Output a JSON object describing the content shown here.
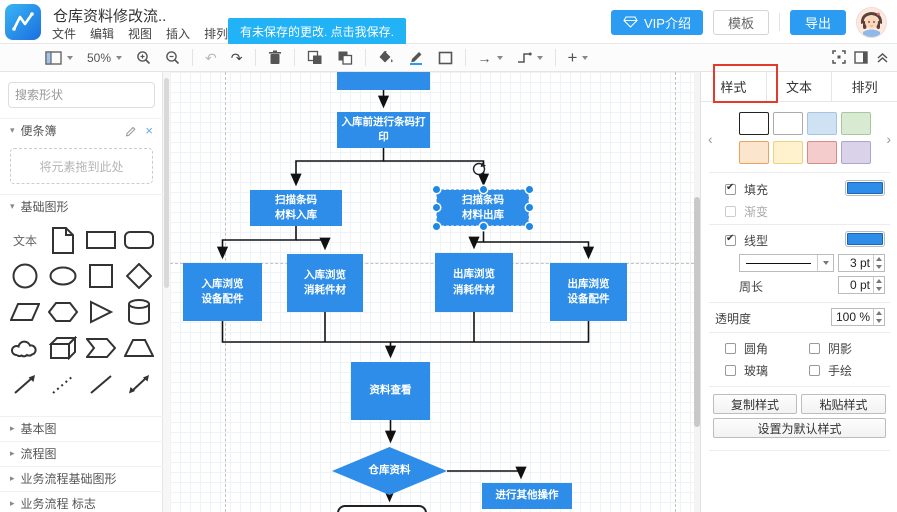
{
  "header": {
    "title": "仓库资料修改流..",
    "menus": [
      "文件",
      "编辑",
      "视图",
      "插入",
      "排列"
    ],
    "save_banner": "有未保存的更改. 点击我保存.",
    "vip_button": "VIP介绍",
    "template_button": "模板",
    "export_button": "导出"
  },
  "toolbar": {
    "zoom_level": "50%",
    "undo_glyph": "↶",
    "redo_glyph": "↷",
    "arrow_glyph": "→",
    "plus_glyph": "+"
  },
  "sidebar": {
    "search_placeholder": "搜索形状",
    "notepad_title": "便条簿",
    "notepad_close": "×",
    "notepad_dropzone": "将元素拖到此处",
    "basic_shapes_title": "基础图形",
    "text_shape": "文本",
    "sections": [
      "基本图",
      "流程图",
      "业务流程基础图形",
      "业务流程 标志"
    ]
  },
  "canvas": {
    "nodes": {
      "print": "入库前进行条码打印",
      "scan_in": "扫描条码\n材料入库",
      "scan_out": "扫描条码\n材料出库",
      "in_equip": "入库浏览\n设备配件",
      "in_consume": "入库浏览\n消耗件材",
      "out_consume": "出库浏览\n消耗件材",
      "out_equip": "出库浏览\n设备配件",
      "view": "资料查看",
      "decision": "仓库资料",
      "other": "进行其他操作"
    },
    "node_color": "#2e8de8",
    "selection_color": "#1e88e5"
  },
  "style_panel": {
    "tabs": [
      "样式",
      "文本",
      "排列"
    ],
    "prev_glyph": "‹",
    "next_glyph": "›",
    "swatches": [
      "#ffffff",
      "#ffffff",
      "#cfe2f3",
      "#d9ead3",
      "#fce5cd",
      "#fff2cc",
      "#f4cccc",
      "#d9d2e9"
    ],
    "fill_label": "填充",
    "gradient_label": "渐变",
    "line_label": "线型",
    "line_width": "3 pt",
    "perimeter_label": "周长",
    "perimeter_value": "0 pt",
    "opacity_label": "透明度",
    "opacity_value": "100 %",
    "corner_label": "圆角",
    "shadow_label": "阴影",
    "glass_label": "玻璃",
    "sketch_label": "手绘",
    "copy_style": "复制样式",
    "paste_style": "粘贴样式",
    "set_default": "设置为默认样式",
    "fill_color": "#2e8de8",
    "annotation_color": "#e23b2c",
    "brand_blue": "#2b9cf2",
    "banner_blue": "#22b2f6"
  }
}
